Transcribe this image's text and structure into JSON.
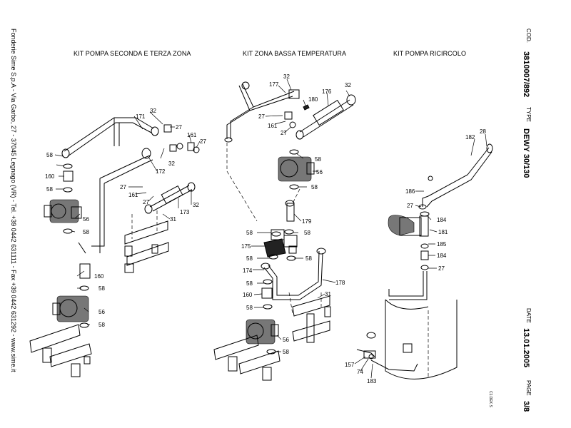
{
  "sidebar_left": {
    "company": "Fonderie Sime S.p.A - Via Garbo, 27 - 37045 Legnago (VR) - Tel. +39 0442 631111 - Fax +39 0442 631292 - www.sime.it"
  },
  "titles": {
    "kit_second_third": "KIT POMPA SECONDA E TERZA ZONA",
    "kit_low_temp": "KIT ZONA BASSA TEMPERATURA",
    "kit_recirc": "KIT POMPA RICIRCOLO"
  },
  "header": {
    "cod_label": "COD.",
    "cod_value": "3810007/892",
    "type_label": "TYPE",
    "type_value": "DEWY 30/130",
    "date_label": "DATE",
    "date_value": "13.01.2005",
    "page_label": "PAGE",
    "page_value": "3/8"
  },
  "small_ref": "C1.DEK.S",
  "labels": {
    "l1": "32",
    "l2": "171",
    "l3": "27",
    "l4": "161",
    "l5": "27",
    "l6": "32",
    "l7": "172",
    "l8": "58",
    "l9": "160",
    "l10": "58",
    "l11": "27",
    "l12": "161",
    "l13": "27",
    "l14": "32",
    "l15": "173",
    "l16": "31",
    "l17": "56",
    "l18": "58",
    "l19": "160",
    "l20": "58",
    "l21": "56",
    "l22": "58",
    "m1": "32",
    "m2": "177",
    "m3": "180",
    "m4": "176",
    "m5": "32",
    "m6": "27",
    "m7": "161",
    "m8": "27",
    "m9": "58",
    "m10": "56",
    "m11": "58",
    "m12": "179",
    "m13": "58",
    "m14": "58",
    "m15": "175",
    "m16": "58",
    "m17": "58",
    "m18": "174",
    "m19": "58",
    "m20": "178",
    "m21": "160",
    "m22": "31",
    "m23": "58",
    "m24": "56",
    "m25": "58",
    "r1": "28",
    "r2": "182",
    "r3": "186",
    "r4": "27",
    "r5": "184",
    "r6": "181",
    "r7": "185",
    "r8": "184",
    "r9": "27",
    "r10": "157",
    "r11": "74",
    "r12": "183"
  }
}
